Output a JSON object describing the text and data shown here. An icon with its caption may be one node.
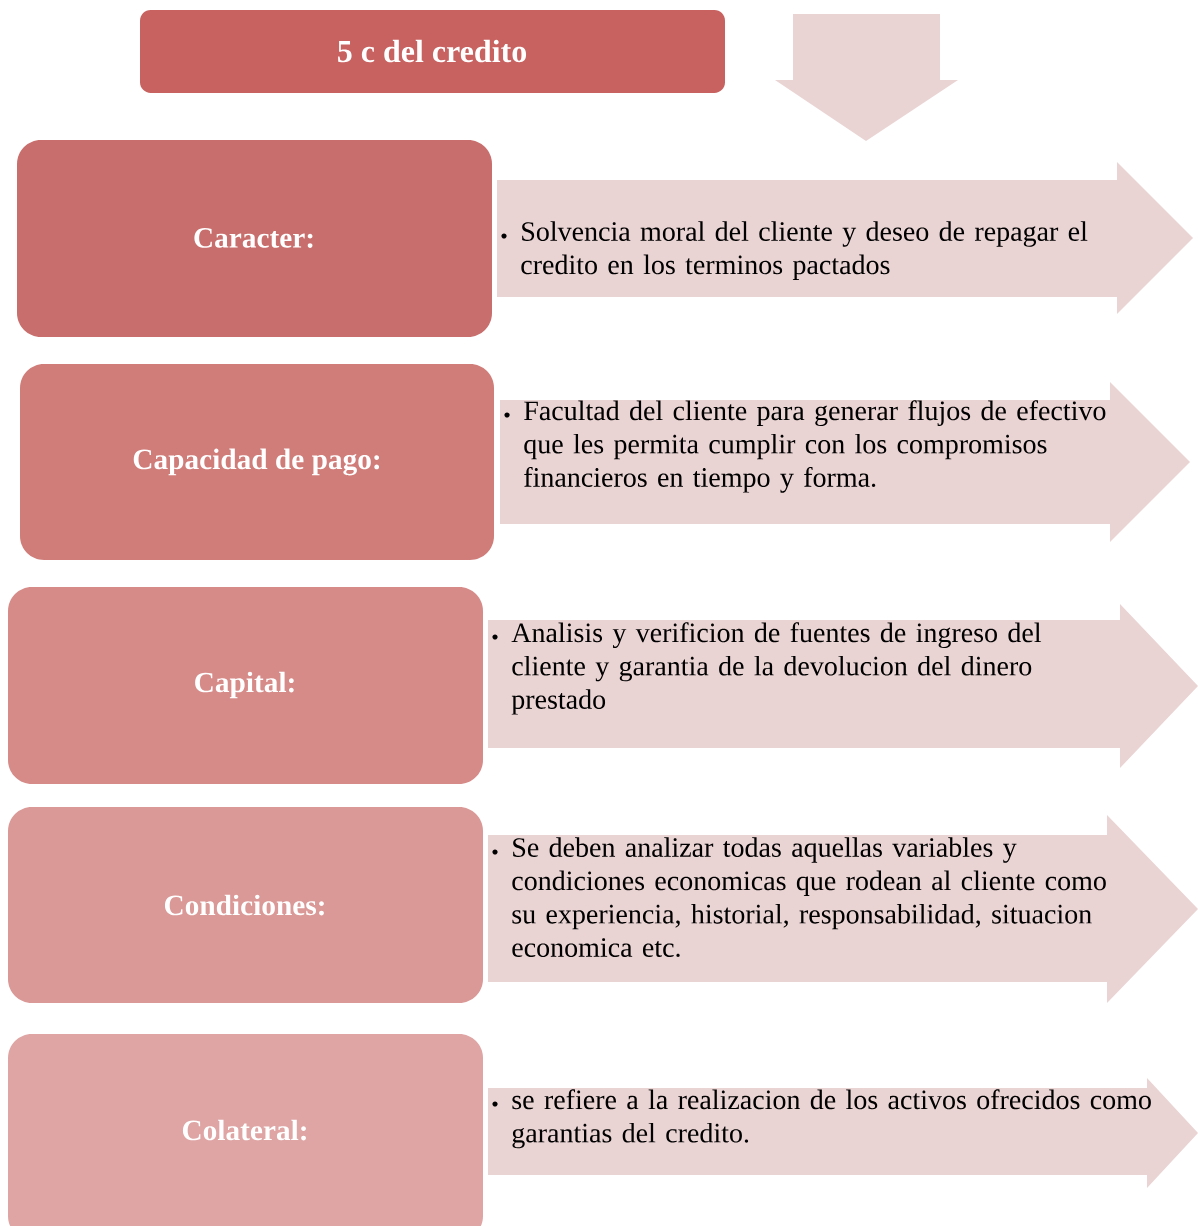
{
  "diagram": {
    "title": "5 c del credito",
    "nodes": [
      {
        "text": [
          "Caracter:"
        ]
      },
      {
        "text": [
          "Solvencia moral del cliente y deseo de repagar el credito en los terminos pactados"
        ]
      },
      {
        "text": [
          "Capacidad de pago:"
        ]
      },
      {
        "text": [
          "Facultad del cliente para generar flujos de efectivo que les permita cumplir con los compromisos financieros en tiempo y forma."
        ]
      },
      {
        "text": [
          "Capital:"
        ]
      },
      {
        "text": [
          "Analisis y verificion de fuentes de ingreso del cliente y garantia de la devolucion del dinero prestado"
        ]
      },
      {
        "text": [
          "Condiciones:"
        ]
      },
      {
        "text": [
          "Se deben analizar todas aquellas variables y condiciones economicas que rodean al cliente como su experiencia, historial, responsabilidad, situacion economica etc."
        ]
      },
      {
        "text": [
          "Colateral:"
        ]
      },
      {
        "text": [
          "se refiere a la realizacion de los activos ofrecidos como garantias del credito."
        ]
      }
    ]
  }
}
